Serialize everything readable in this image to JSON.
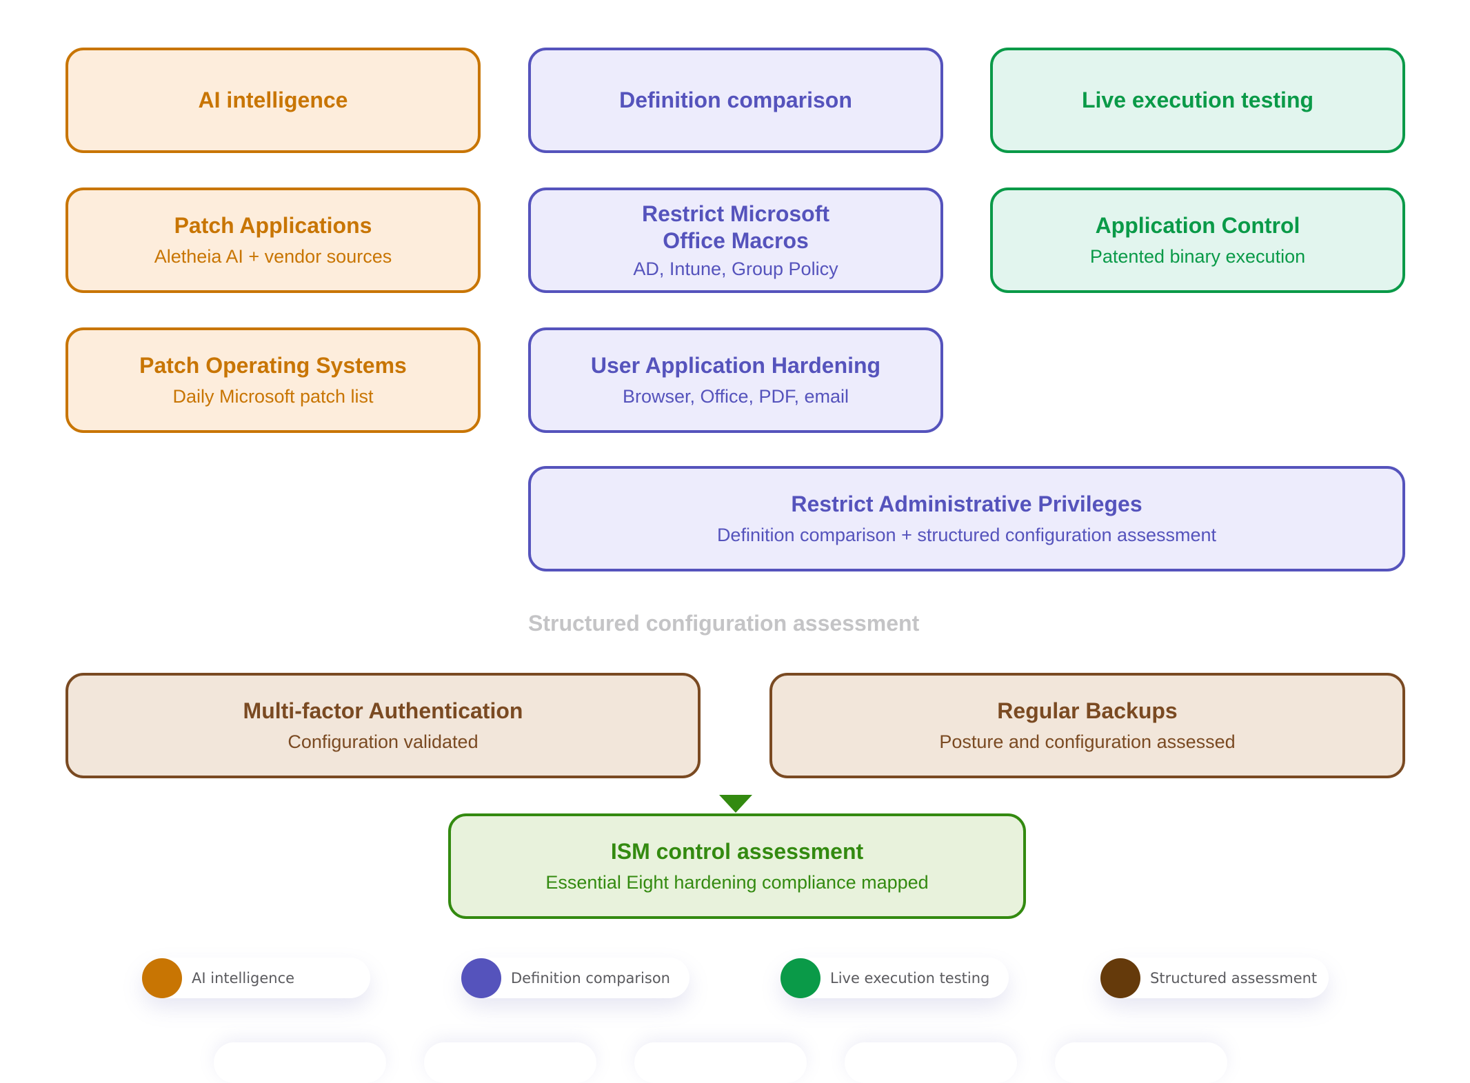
{
  "colors": {
    "ai_intelligence": "#C87503",
    "definition_comparison": "#5553BC",
    "live_execution_testing": "#0A9A48",
    "structured_assessment": "#653A0B",
    "ism": "#338A10",
    "section_label": "#C4C4C6"
  },
  "columns": {
    "ai": {
      "header": "AI intelligence",
      "items": [
        {
          "title": "Patch Applications",
          "subtitle": "Aletheia AI + vendor sources"
        },
        {
          "title": "Patch Operating Systems",
          "subtitle": "Daily Microsoft patch list"
        }
      ]
    },
    "definition": {
      "header": "Definition comparison",
      "items": [
        {
          "title": "Restrict Microsoft Office Macros",
          "subtitle": "AD, Intune, Group Policy"
        },
        {
          "title": "User Application Hardening",
          "subtitle": "Browser, Office, PDF, email"
        },
        {
          "title": "Restrict Administrative Privileges",
          "subtitle": "Definition comparison + structured configuration assessment"
        }
      ]
    },
    "live": {
      "header": "Live execution testing",
      "items": [
        {
          "title": "Application Control",
          "subtitle": "Patented binary execution"
        }
      ]
    }
  },
  "structured": {
    "label": "Structured configuration assessment",
    "items": [
      {
        "title": "Multi-factor Authentication",
        "subtitle": "Configuration validated"
      },
      {
        "title": "Regular Backups",
        "subtitle": "Posture and configuration assessed"
      }
    ]
  },
  "outcome": {
    "title": "ISM control assessment",
    "subtitle": "Essential Eight hardening compliance mapped"
  },
  "legend": [
    {
      "label": "AI intelligence",
      "color": "#C87503"
    },
    {
      "label": "Definition comparison",
      "color": "#5553BC"
    },
    {
      "label": "Live execution testing",
      "color": "#0A9A48"
    },
    {
      "label": "Structured assessment",
      "color": "#653A0B"
    }
  ]
}
